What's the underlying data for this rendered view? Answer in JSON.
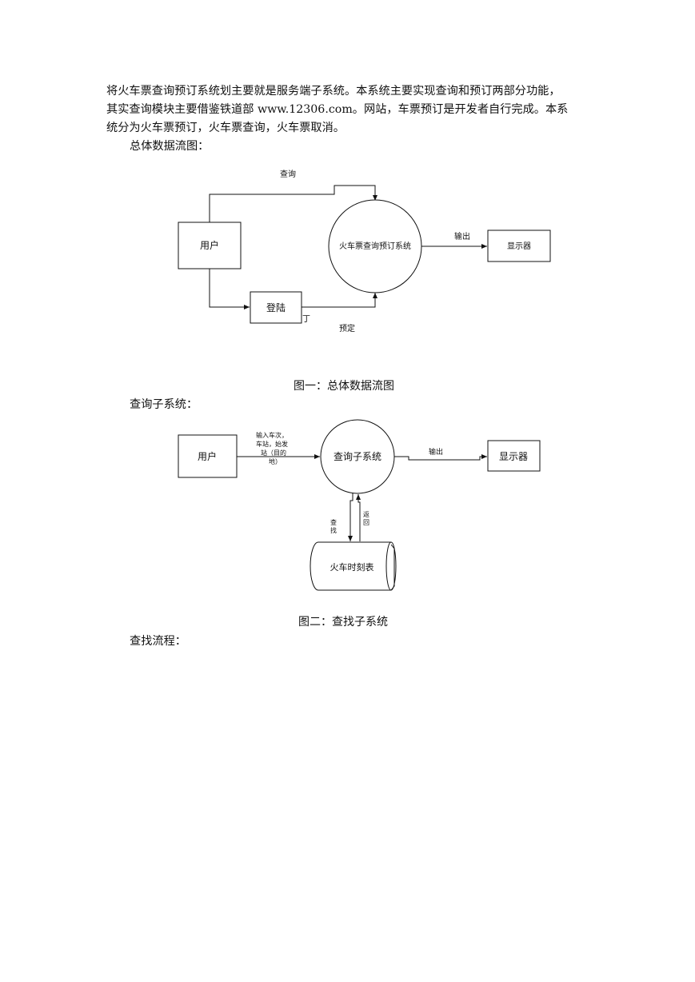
{
  "intro": {
    "line1": "将火车票查询预订系统划主要就是服务端子系统。本系统主要实现查询和预订两部分功能，",
    "line2": "其实查询模块主要借鉴铁道部 www.12306.com。网站，车票预订是开发者自行完成。本系",
    "line3": "统分为火车票预订，火车票查询，火车票取消。"
  },
  "section1_label": "总体数据流图：",
  "diagram1": {
    "user": "用户",
    "login": "登陆",
    "system": "火车票查询预订系统",
    "display": "显示器",
    "edge_query": "查询",
    "edge_output": "输出",
    "edge_reserve": "预定",
    "stray_mark": "丁"
  },
  "caption1": "图一：总体数据流图",
  "section2_label": "查询子系统：",
  "diagram2": {
    "user": "用户",
    "subsystem": "查询子系统",
    "display": "显示器",
    "timetable": "火车时刻表",
    "input_line1": "输入车次，",
    "input_line2": "车站，始发",
    "input_line3": "站（目的",
    "input_line4": "地）",
    "edge_output": "输出",
    "edge_find_1": "查",
    "edge_find_2": "找",
    "edge_return_1": "返",
    "edge_return_2": "回"
  },
  "caption2": "图二：查找子系统",
  "section3_label": "查找流程："
}
